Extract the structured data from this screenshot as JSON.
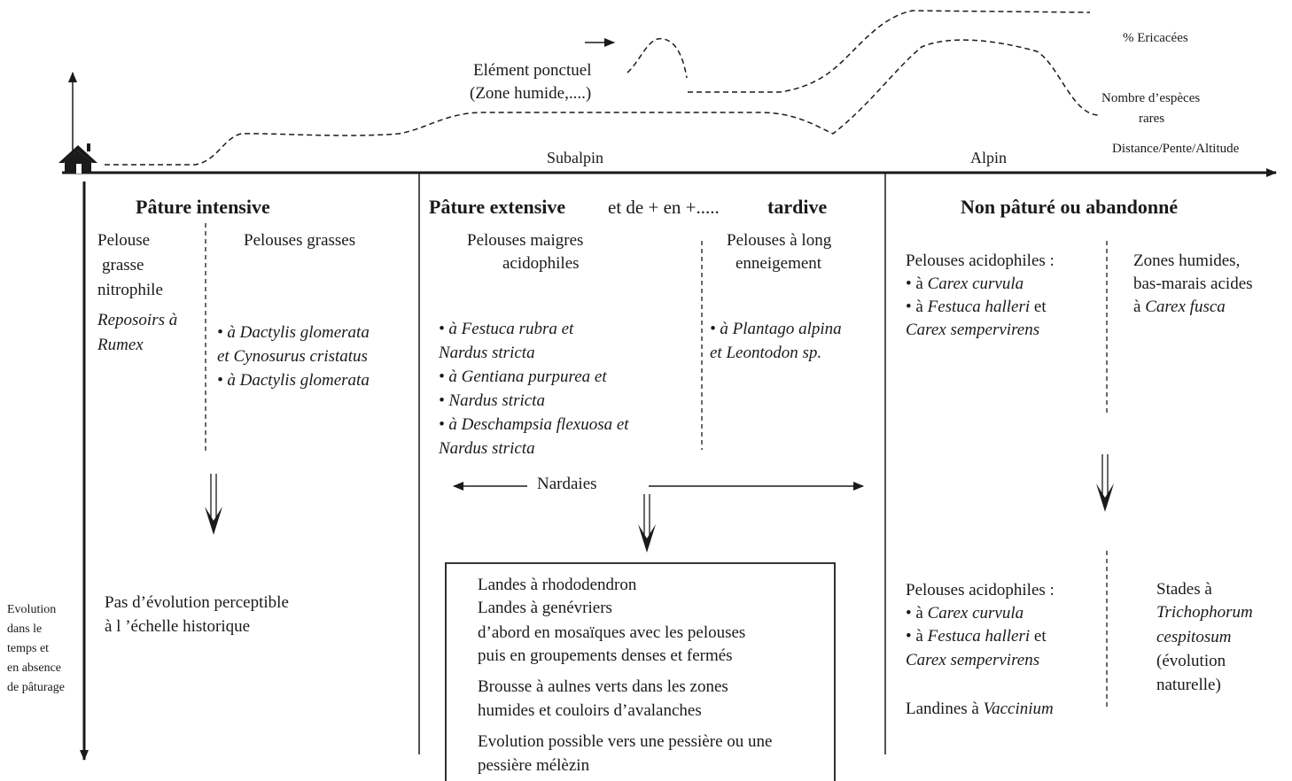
{
  "top_labels": {
    "ericacees": "% Ericacées",
    "rare_species_1": "Nombre d’espèces",
    "rare_species_2": "rares",
    "axis_label": "Distance/Pente/Altitude",
    "ponctuel_1": "Elément ponctuel",
    "ponctuel_2": "(Zone humide,....)",
    "subalpin": "Subalpin",
    "alpin": "Alpin"
  },
  "time_axis_label": [
    "Evolution",
    "dans le",
    "temps et",
    "en absence",
    "de pâturage"
  ],
  "col1": {
    "title": "Pâture intensive",
    "left_1": "Pelouse",
    "left_2": "grasse",
    "left_3": "nitrophile",
    "left_4": "Reposoirs à",
    "left_5": "Rumex",
    "right_title": "Pelouses grasses",
    "right_1": "• à Dactylis glomerata",
    "right_2": "et Cynosurus cristatus",
    "right_3": "• à Dactylis glomerata",
    "result_1": "Pas d’évolution perceptible",
    "result_2": "à l ’échelle historique"
  },
  "col2": {
    "title_a": "Pâture extensive",
    "title_b": "et  de + en  +.....",
    "title_c": "tardive",
    "left_title_1": "Pelouses maigres",
    "left_title_2": "acidophiles",
    "left_items": [
      "• à Festuca rubra et",
      "Nardus stricta",
      "• à Gentiana purpurea et",
      "• Nardus stricta",
      "• à Deschampsia flexuosa et",
      "Nardus stricta"
    ],
    "right_title_1": "Pelouses à long",
    "right_title_2": "enneigement",
    "right_1": "• à Plantago alpina",
    "right_2": "et Leontodon sp.",
    "nardaies": "Nardaies",
    "box_lines": [
      "Landes à rhododendron",
      "Landes à genévriers",
      "d’abord en mosaïques avec les pelouses",
      "puis en groupements denses et fermés",
      "Brousse à aulnes verts dans les zones",
      "humides et couloirs d’avalanches",
      "Evolution possible vers une pessière ou une",
      "pessière mélèzin"
    ]
  },
  "col3": {
    "title": "Non pâturé ou abandonné",
    "top_left": {
      "title": "Pelouses acidophiles :",
      "l1_a": "• à ",
      "l1_b": "Carex curvula",
      "l2_a": "• à ",
      "l2_b": "Festuca halleri",
      "l2_c": " et",
      "l3": "Carex sempervirens"
    },
    "top_right": {
      "l1": "Zones humides,",
      "l2": "bas-marais acides",
      "l3_a": "à ",
      "l3_b": "Carex fusca"
    },
    "bottom_left": {
      "title": "Pelouses acidophiles :",
      "l1_a": "• à ",
      "l1_b": "Carex curvula",
      "l2_a": "• à ",
      "l2_b": "Festuca halleri",
      "l2_c": " et",
      "l3": "Carex sempervirens",
      "l4_a": "Landines à ",
      "l4_b": "Vaccinium"
    },
    "bottom_right": {
      "l1": "Stades à",
      "l2": "Trichophorum",
      "l3": "cespitosum",
      "l4": "(évolution",
      "l5": "naturelle)"
    }
  }
}
